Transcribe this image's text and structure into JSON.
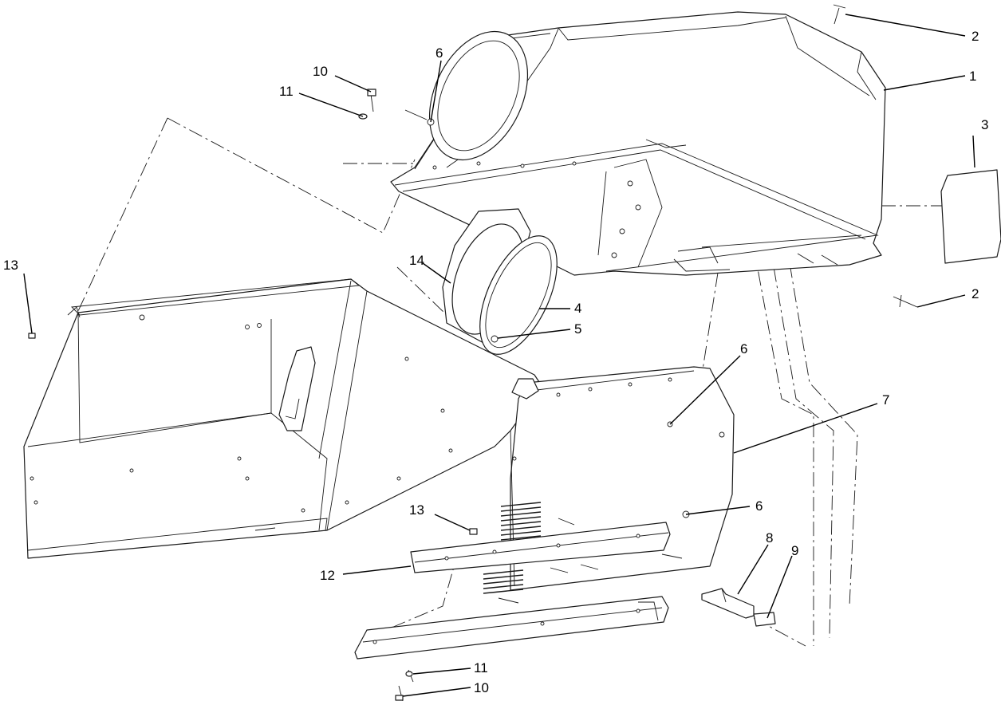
{
  "callouts": [
    {
      "id": "c1",
      "label": "1"
    },
    {
      "id": "c2a",
      "label": "2"
    },
    {
      "id": "c2b",
      "label": "2"
    },
    {
      "id": "c3",
      "label": "3"
    },
    {
      "id": "c4",
      "label": "4"
    },
    {
      "id": "c5",
      "label": "5"
    },
    {
      "id": "c6a",
      "label": "6"
    },
    {
      "id": "c6b",
      "label": "6"
    },
    {
      "id": "c6c",
      "label": "6"
    },
    {
      "id": "c7",
      "label": "7"
    },
    {
      "id": "c8",
      "label": "8"
    },
    {
      "id": "c9",
      "label": "9"
    },
    {
      "id": "c10a",
      "label": "10"
    },
    {
      "id": "c10b",
      "label": "10"
    },
    {
      "id": "c11a",
      "label": "11"
    },
    {
      "id": "c11b",
      "label": "11"
    },
    {
      "id": "c12",
      "label": "12"
    },
    {
      "id": "c13a",
      "label": "13"
    },
    {
      "id": "c13b",
      "label": "13"
    },
    {
      "id": "c14",
      "label": "14"
    }
  ]
}
